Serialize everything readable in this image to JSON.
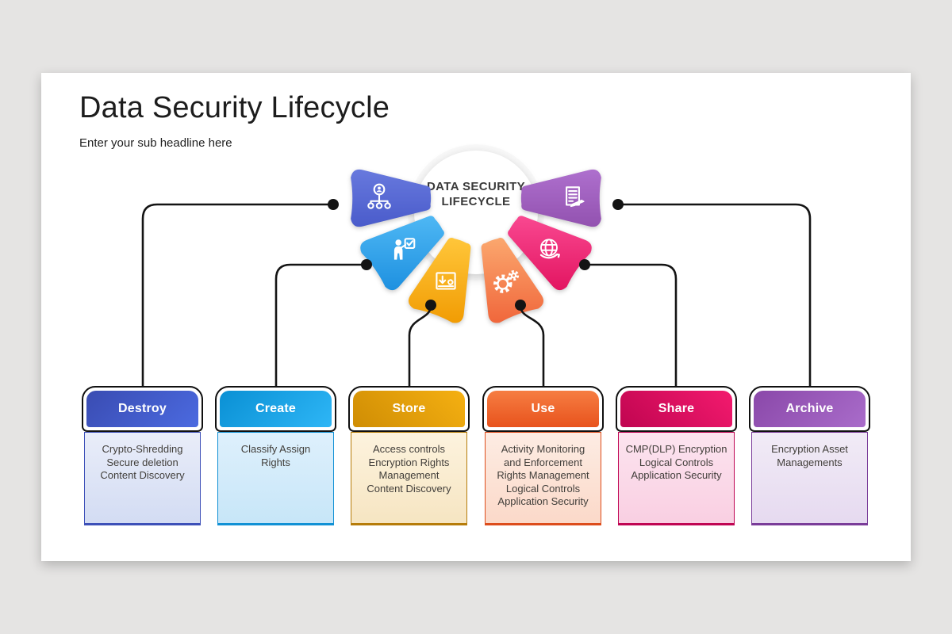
{
  "slide": {
    "title": "Data Security Lifecycle",
    "subtitle": "Enter your sub headline here"
  },
  "fan": {
    "center_label": "DATA SECURITY\nLIFECYCLE",
    "petals": [
      {
        "icon": "org-chart-icon",
        "colors": [
          "#6f80e2",
          "#4254c6"
        ]
      },
      {
        "icon": "person-checkbox-icon",
        "colors": [
          "#55bdf7",
          "#1c8fdf"
        ]
      },
      {
        "icon": "archive-download-icon",
        "colors": [
          "#ffc63a",
          "#f19b02"
        ]
      },
      {
        "icon": "gears-icon",
        "colors": [
          "#fba76e",
          "#f0653a"
        ]
      },
      {
        "icon": "globe-icon",
        "colors": [
          "#fc4f97",
          "#e2135f"
        ]
      },
      {
        "icon": "document-pen-icon",
        "colors": [
          "#b577d5",
          "#8b4aa8"
        ]
      }
    ]
  },
  "cards": [
    {
      "title": "Destroy",
      "details": "Crypto-Shredding\nSecure deletion\nContent Discovery",
      "accent": "#3d50b8"
    },
    {
      "title": "Create",
      "details": "Classify Assign\nRights",
      "accent": "#1191d5"
    },
    {
      "title": "Store",
      "details": "Access controls\nEncryption Rights\nManagement\nContent Discovery",
      "accent": "#b67c0a"
    },
    {
      "title": "Use",
      "details": "Activity Monitoring\nand Enforcement\nRights Management\nLogical Controls\nApplication Security",
      "accent": "#dd4d1c"
    },
    {
      "title": "Share",
      "details": "CMP(DLP) Encryption\nLogical Controls\nApplication Security",
      "accent": "#c00553"
    },
    {
      "title": "Archive",
      "details": "Encryption Asset\nManagements",
      "accent": "#7a3c99"
    }
  ],
  "connector_color": "#141414"
}
